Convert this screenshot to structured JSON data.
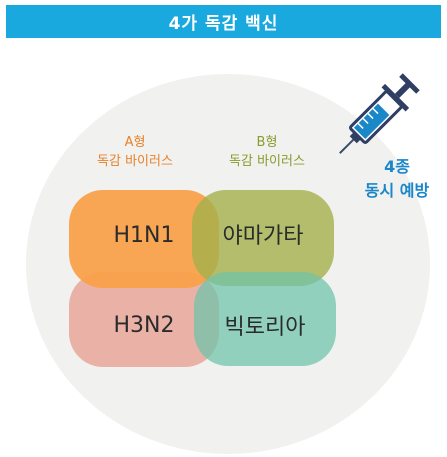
{
  "title": "4가 독감 백신",
  "type_a": {
    "line1": "A형",
    "line2": "독감 바이러스"
  },
  "type_b": {
    "line1": "B형",
    "line2": "독감 바이러스"
  },
  "strains": {
    "h1n1": "H1N1",
    "yamagata": "야마가타",
    "h3n2": "H3N2",
    "victoria": "빅토리아"
  },
  "simultaneous": {
    "line1": "4종",
    "line2": "동시 예방"
  },
  "colors": {
    "title_bar": "#1aa9df",
    "type_a": "#e8822a",
    "type_b": "#8a9a2e",
    "prevention": "#1a87c9",
    "h1n1": "#f8a046",
    "yamagata": "#a4b04a",
    "h3n2": "#e8a294",
    "victoria": "#6ec4aa"
  },
  "icons": {
    "syringe": "syringe-icon"
  }
}
